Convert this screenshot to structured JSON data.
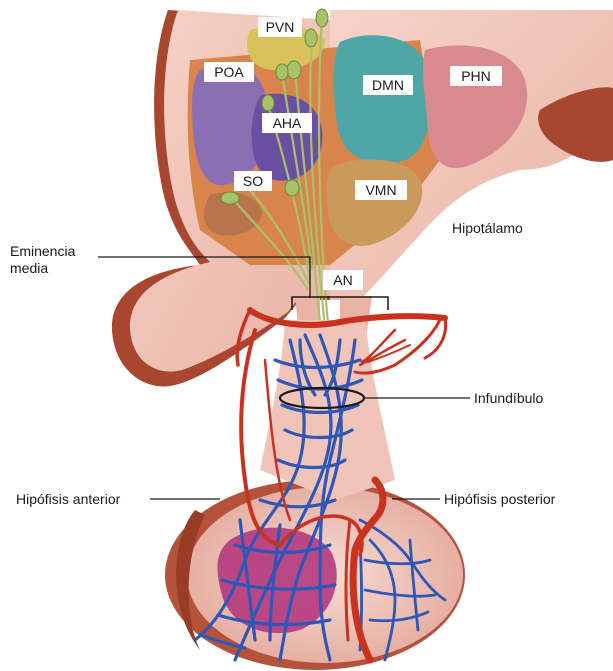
{
  "labels": {
    "pvn": "PVN",
    "poa": "POA",
    "dmn": "DMN",
    "phn": "PHN",
    "aha": "AHA",
    "so": "SO",
    "vmn": "VMN",
    "an": "AN",
    "hipotalamo": "Hipotálamo",
    "eminencia_1": "Eminencia",
    "eminencia_2": "media",
    "infundibulo": "Infundíbulo",
    "hipofisis_anterior": "Hipófisis anterior",
    "hipofisis_posterior": "Hipófisis posterior"
  },
  "colors": {
    "tissue_pink": "#f2c9c0",
    "tissue_dark": "#b5523c",
    "poa_purple": "#8a6fb5",
    "aha_purple": "#6b4fa3",
    "dmn_teal": "#4fa6a6",
    "phn_rose": "#d98a8f",
    "vmn_tan": "#c99a5b",
    "orange_area": "#d9844a",
    "nerve_green": "#a6c26b",
    "artery_red": "#c8321e",
    "vein_blue": "#2e57b8",
    "capillary_magenta": "#b0307a"
  }
}
